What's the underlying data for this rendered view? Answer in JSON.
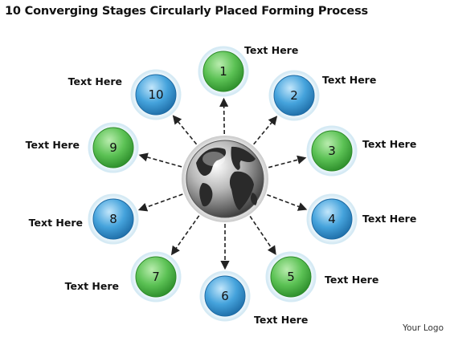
{
  "title": "10 Converging Stages Circularly Placed Forming Process",
  "center": {
    "icon": "globe-icon"
  },
  "nodes": [
    {
      "number": "1",
      "label": "Text Here",
      "color": "green"
    },
    {
      "number": "2",
      "label": "Text Here",
      "color": "blue"
    },
    {
      "number": "3",
      "label": "Text Here",
      "color": "green"
    },
    {
      "number": "4",
      "label": "Text Here",
      "color": "blue"
    },
    {
      "number": "5",
      "label": "Text Here",
      "color": "green"
    },
    {
      "number": "6",
      "label": "Text Here",
      "color": "blue"
    },
    {
      "number": "7",
      "label": "Text Here",
      "color": "green"
    },
    {
      "number": "8",
      "label": "Text Here",
      "color": "blue"
    },
    {
      "number": "9",
      "label": "Text Here",
      "color": "green"
    },
    {
      "number": "10",
      "label": "Text Here",
      "color": "blue"
    }
  ],
  "colors": {
    "green_fill": "#4fb84a",
    "green_light": "#a6e29c",
    "blue_fill": "#3c9ad6",
    "blue_light": "#a3d4f4",
    "ring": "#e3f2fa",
    "arrow": "#222222"
  },
  "logo": "Your Logo"
}
